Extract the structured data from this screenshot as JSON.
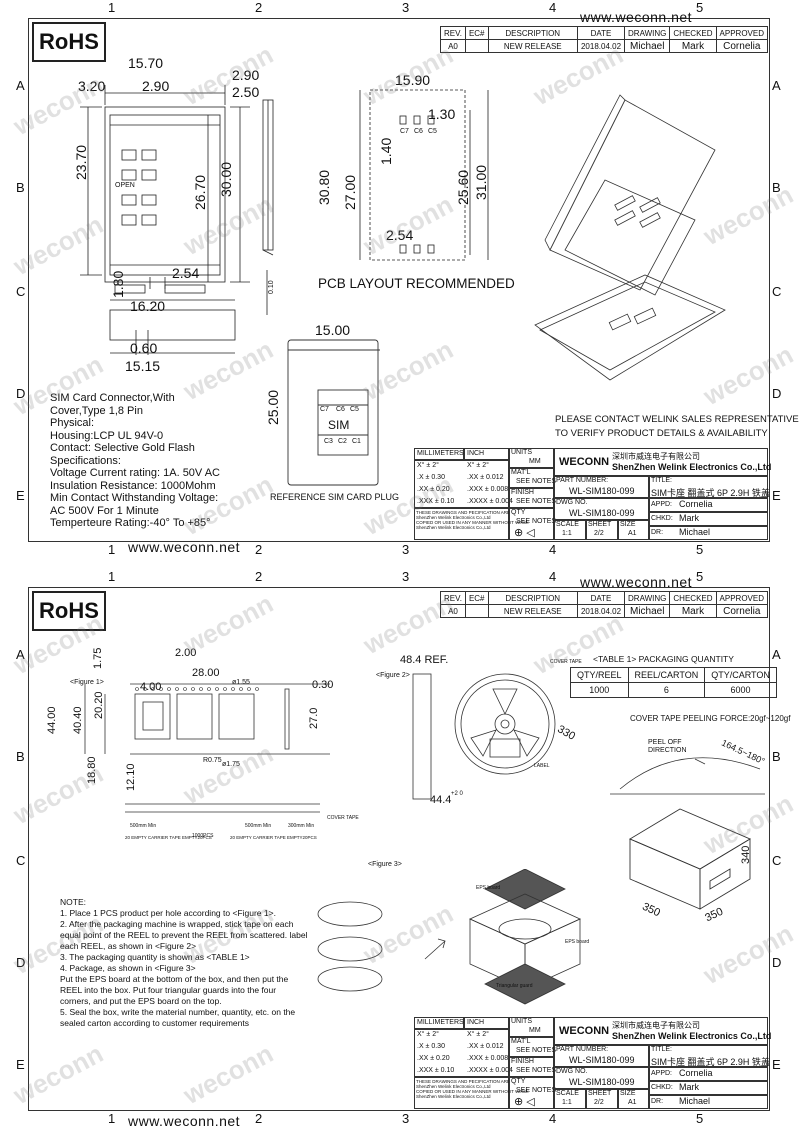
{
  "website": "www.weconn.net",
  "rohs": "RoHS",
  "watermark": "weconn",
  "zones": {
    "cols": [
      "1",
      "2",
      "3",
      "4",
      "5"
    ],
    "rows": [
      "A",
      "B",
      "C",
      "D",
      "E"
    ]
  },
  "revision_table": {
    "headers": [
      "REV.",
      "EC#",
      "DESCRIPTION",
      "DATE",
      "DRAWING",
      "CHECKED",
      "APPROVED"
    ],
    "row": [
      "A0",
      "",
      "NEW RELEASE",
      "2018.04.02",
      "Michael",
      "Mark",
      "Cornelia"
    ]
  },
  "sheet1": {
    "dims_top_view": [
      "15.70",
      "3.20",
      "2.90",
      "23.70",
      "26.70",
      "30.00",
      "2.54",
      "1.80",
      "16.20",
      "0.60",
      "15.15"
    ],
    "open_label": "OPEN",
    "dims_side_view": [
      "2.90",
      "2.50",
      "0.10"
    ],
    "dims_pcb": [
      "15.90",
      "1.30",
      "1.40",
      "30.80",
      "27.00",
      "25.60",
      "31.00",
      "2.54"
    ],
    "pcb_pads": [
      "C7",
      "C6",
      "C5"
    ],
    "pcb_title": "PCB LAYOUT RECOMMENDED",
    "sim_card": {
      "width": "15.00",
      "height": "25.00",
      "label": "SIM",
      "contacts": [
        "C5",
        "C6",
        "C7",
        "C1",
        "C2",
        "C3"
      ],
      "caption": "REFERENCE SIM CARD PLUG"
    },
    "spec_lines": [
      "SIM Card Connector,With",
      "  Cover,Type 1,8 Pin",
      "Physical:",
      "  Housing:LCP UL 94V-0",
      "  Contact: Selective Gold Flash",
      "Specifications:",
      "  Voltage Current rating: 1A. 50V AC",
      "Insulation Resistance: 1000Mohm",
      "Min Contact Withstanding Voltage:",
      "AC 500V For 1 Minute",
      "  Temperteure Rating:-40° To +85°"
    ],
    "contact_notice": [
      "PLEASE CONTACT WELINK SALES REPRESENTATIVE",
      "TO VERIFY PRODUCT DETAILS & AVAILABILITY"
    ]
  },
  "title_block": {
    "millimeters": "MILLIMETERS",
    "inch": "INCH",
    "units": "UNITS",
    "units_value": "MM",
    "tol_rows": [
      [
        "X° ± 2°",
        "X° ± 2°"
      ],
      [
        ".X ± 0.30",
        ".XX ± 0.012"
      ],
      [
        ".XX ± 0.20",
        ".XXX ± 0.008"
      ],
      [
        ".XXX ± 0.10",
        ".XXXX ± 0.004"
      ]
    ],
    "matl": "MAT'L",
    "finish": "FINISH",
    "see_notes": "SEE NOTES",
    "qty": "QTY",
    "disclaimer": [
      "THESE DRAWINGS AND PECIFICATION ARE",
      "ShenZhen Welink Electronics Co.,Ltd",
      "COPIED OR USED IN ANY MANNER WITHOUT Welink",
      "ShenZhen Welink Electronics Co.,Ltd"
    ],
    "logo": "WECONN",
    "company_cn": "深圳市威连电子有限公司",
    "company_en": "ShenZhen Welink Electronics Co.,Ltd",
    "part_number_label": "PART NUMBER:",
    "part_number": "WL-SIM180-099",
    "title_label": "TITLE:",
    "title_value": "SIM卡座 翻盖式 6P 2.9H 铁盖",
    "dwg_label": "DWG NO.",
    "dwg_no": "WL-SIM180-099",
    "appd_label": "APPD:",
    "appd": "Cornelia",
    "chkd_label": "CHKD:",
    "chkd": "Mark",
    "dr_label": "DR:",
    "dr": "Michael",
    "scale_label": "SCALE",
    "scale": "1:1",
    "sheet_label": "SHEET",
    "sheet1": "2/2",
    "size_label": "SIZE",
    "size": "A1"
  },
  "sheet2": {
    "figure1": "<Figure 1>",
    "figure2": "<Figure 2>",
    "figure3": "<Figure 3>",
    "tape_dims": [
      "2.00",
      "1.75",
      "28.00",
      "4.00",
      "44.00",
      "40.40",
      "20.20",
      "18.80",
      "12.10",
      "0.30",
      "27.0",
      "ø1.55",
      "ø1.75",
      "R0.75"
    ],
    "tape_segments": [
      "500mm Min",
      "20 EMPTY CARRIER TAPE EMPTY20PCS",
      "1000PCS",
      "20 EMPTY CARRIER TAPE EMPTY20PCS",
      "500mm Min",
      "300mm Min"
    ],
    "cover_tape": "COVER TAPE",
    "reel_dims": [
      "48.4 REF.",
      "44.4"
    ],
    "reel_tol": "+2 0",
    "reel_dia": "330",
    "reel_label": "LABEL",
    "table1_title": "<TABLE 1> PACKAGING QUANTITY",
    "table1_headers": [
      "QTY/REEL",
      "REEL/CARTON",
      "QTY/CARTON"
    ],
    "table1_row": [
      "1000",
      "6",
      "6000"
    ],
    "peeling": "COVER TAPE PEELING FORCE:20gf~120gf",
    "peel_off": "PEEL OFF\nDIRECTION",
    "peel_angle": "164.5~180°",
    "carton_dims": [
      "340",
      "350",
      "350"
    ],
    "eps_board": "EPS board",
    "triangular_guard": "Triangular guard",
    "notes": [
      "NOTE:",
      "1. Place 1 PCS product per hole according to <Figure 1>.",
      "2. After the packaging machine is wrapped, stick tape on each",
      "equal point of the REEL to prevent the REEL from scattered. label",
      "each REEL, as shown in <Figure 2>",
      "3. The packaging quantity is shown as <TABLE 1>",
      "4. Package, as shown in <Figure 3>",
      "Put the EPS board at the bottom of the box, and then put the",
      "REEL into the box. Put four triangular guards into the four",
      "corners, and put the EPS board on the top.",
      "5. Seal the box, write the material number, quantity, etc. on the",
      "sealed carton according to customer requirements"
    ]
  }
}
